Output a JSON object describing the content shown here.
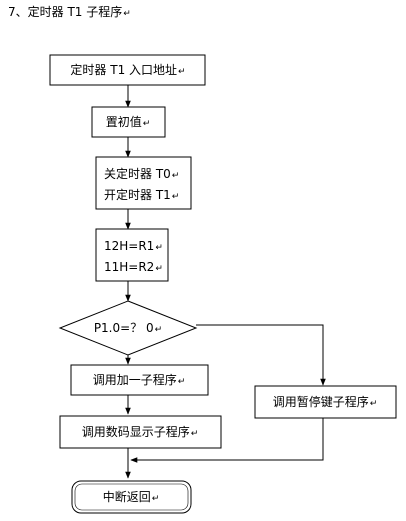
{
  "heading": "7、定时器 T1 子程序",
  "para_mark": "↵",
  "nodes": {
    "entry": "定时器 T1 入口地址",
    "init": "置初值",
    "timer_ctrl": [
      "关定时器 T0",
      "开定时器 T1"
    ],
    "registers": [
      "12H=R1",
      "11H=R2"
    ],
    "decision": "P1.0=？ 0",
    "call_add": "调用加一子程序",
    "call_display": "调用数码显示子程序",
    "call_pause": "调用暂停键子程序",
    "return": "中断返回"
  }
}
